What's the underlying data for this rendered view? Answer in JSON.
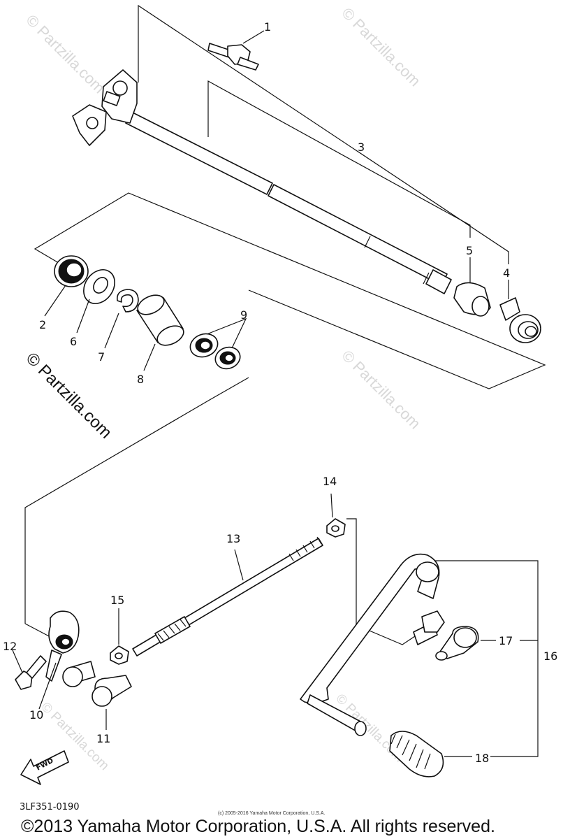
{
  "watermarks": [
    "© Partzilla.com",
    "© Partzilla.com",
    "© Partzilla.com",
    "© Partzilla.com",
    "© Partzilla.com",
    "© Partzilla.com"
  ],
  "callouts": {
    "p1": "1",
    "p2": "2",
    "p3": "3",
    "p4": "4",
    "p5": "5",
    "p6": "6",
    "p7": "7",
    "p8": "8",
    "p9": "9",
    "p10": "10",
    "p11": "11",
    "p12": "12",
    "p13": "13",
    "p14": "14",
    "p15": "15",
    "p16": "16",
    "p17": "17",
    "p18": "18"
  },
  "fwd_label": "FWD",
  "diagram_code": "3LF351-0190",
  "small_copyright": "(c) 2005-2016 Yamaha Motor Corporation, U.S.A.",
  "copyright": "©2013 Yamaha Motor Corporation, U.S.A. All rights reserved."
}
